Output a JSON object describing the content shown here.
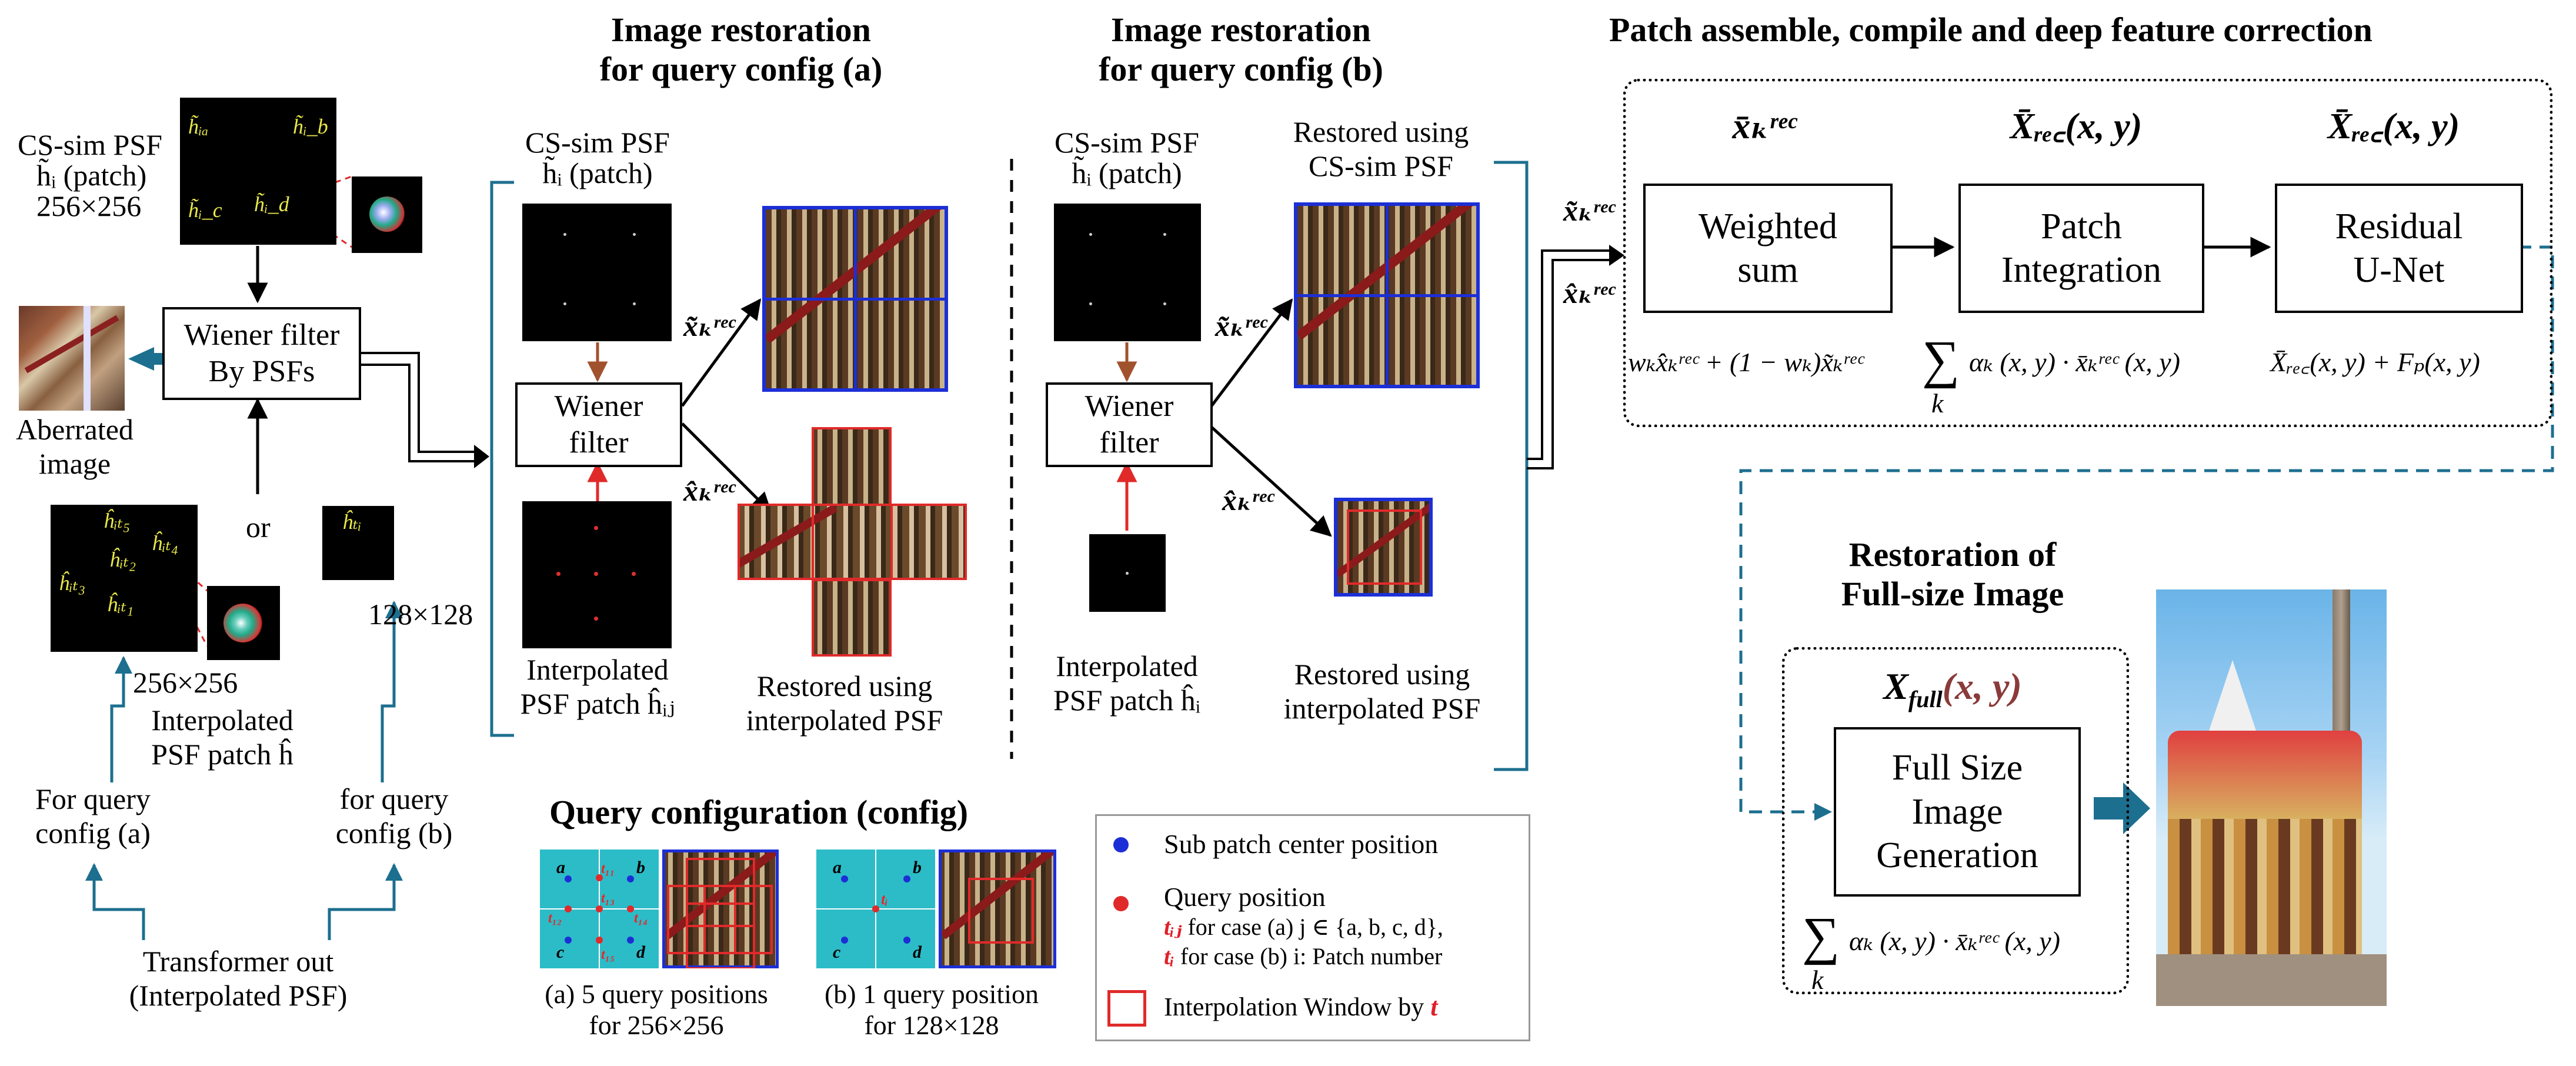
{
  "headers": {
    "restore_a": [
      "Image restoration",
      "for query config (a)"
    ],
    "restore_b": [
      "Image restoration",
      "for query config (b)"
    ],
    "assemble": "Patch assemble, compile and deep feature correction",
    "fullsize": [
      "Restoration of",
      "Full-size Image"
    ],
    "query_config": "Query configuration (config)"
  },
  "left": {
    "cs_sim_title": "CS-sim PSF",
    "cs_sim_sub": "h̃ᵢ (patch)",
    "cs_sim_size": "256×256",
    "psf_labels_a": [
      "h̃ᵢₐ",
      "h̃ᵢ_b",
      "h̃ᵢ_c",
      "h̃ᵢ_d"
    ],
    "wiener_box": [
      "Wiener filter",
      "By PSFs"
    ],
    "aberrated": [
      "Aberrated",
      "image"
    ],
    "or": "or",
    "interp_labels": [
      "ĥᵢₜ₅",
      "ĥᵢₜ₂",
      "ĥᵢₜ₄",
      "ĥᵢₜ₃",
      "ĥᵢₜ₁"
    ],
    "interp_size": "256×256",
    "interp_title": [
      "Interpolated",
      "PSF patch ĥ"
    ],
    "ht_label": "ĥₜᵢ",
    "ht_size": "128×128",
    "query_a": [
      "For query",
      "config (a)"
    ],
    "query_b": [
      "for query",
      "config (b)"
    ],
    "transformer": [
      "Transformer out",
      "(Interpolated PSF)"
    ]
  },
  "panel_a": {
    "cs_sim_title": "CS-sim PSF",
    "cs_sim_sub": "h̃ᵢ (patch)",
    "wiener": [
      "Wiener",
      "filter"
    ],
    "interp": [
      "Interpolated",
      "PSF patch ĥᵢⱼ"
    ],
    "x_tilde": "x̃ₖʳᵉᶜ",
    "x_hat": "x̂ₖʳᵉᶜ",
    "restored_interp": [
      "Restored using",
      "interpolated PSF"
    ]
  },
  "panel_b": {
    "cs_sim_title": "CS-sim PSF",
    "cs_sim_sub": "h̃ᵢ (patch)",
    "wiener": [
      "Wiener",
      "filter"
    ],
    "interp": [
      "Interpolated",
      "PSF patch ĥᵢ"
    ],
    "x_tilde": "x̃ₖʳᵉᶜ",
    "x_hat": "x̂ₖʳᵉᶜ",
    "restored_cs": [
      "Restored using",
      "CS-sim PSF"
    ],
    "restored_interp": [
      "Restored using",
      "interpolated PSF"
    ]
  },
  "assemble": {
    "in_tilde": "x̃ₖʳᵉᶜ",
    "in_hat": "x̂ₖʳᵉᶜ",
    "col1_head": "x̄ₖʳᵉᶜ",
    "col2_head": "X̄ᵣₑ꜀(x, y)",
    "col3_head": "X̄ᵣₑ꜀(x, y)",
    "box1": [
      "Weighted",
      "sum"
    ],
    "box2": [
      "Patch",
      "Integration"
    ],
    "box3": [
      "Residual",
      "U-Net"
    ],
    "eq1": "wₖx̂ₖʳᵉᶜ + (1 − wₖ)x̃ₖʳᵉᶜ",
    "eq2_sum": "∑",
    "eq2_sub": "k",
    "eq2": "αₖ (x, y) · x̄ₖʳᵉᶜ (x, y)",
    "eq3": "X̄ᵣₑ꜀(x, y) + Fₚ(x, y)"
  },
  "fullsize": {
    "head_main": "X",
    "head_sub": "full",
    "head_args": "(x, y)",
    "box": [
      "Full Size",
      "Image",
      "Generation"
    ],
    "eq_sum": "∑",
    "eq_sub": "k",
    "eq": "αₖ (x, y) · x̄ₖʳᵉᶜ (x, y)"
  },
  "query": {
    "grid_a_labels": [
      "a",
      "b",
      "c",
      "d"
    ],
    "grid_a_t": [
      "t₁₁",
      "t₁₂",
      "t₁₃",
      "t₁₄",
      "t₁₅"
    ],
    "grid_b_labels": [
      "a",
      "b",
      "c",
      "d"
    ],
    "grid_b_t": "tᵢ",
    "caption_a": [
      "(a) 5 query positions",
      "for 256×256"
    ],
    "caption_b": [
      "(b) 1 query position",
      "for 128×128"
    ]
  },
  "legend": {
    "blue": "Sub patch center position",
    "red_title": "Query position",
    "red_line1_a": "tᵢⱼ",
    "red_line1_b": " for case (a)   j ∈ {a, b, c, d},",
    "red_line2_a": "tᵢ",
    "red_line2_b": " for case (b)   i: Patch number",
    "window": "Interpolation Window by ",
    "window_t": "t"
  },
  "colors": {
    "teal_arrow": "#1d6f8f",
    "blue_box": "#1c2fd6",
    "red_box": "#e02a2a",
    "brown_arrow": "#a0522d",
    "psf_label": "#e8e84a",
    "grid_cyan": "#2cbcc8"
  }
}
